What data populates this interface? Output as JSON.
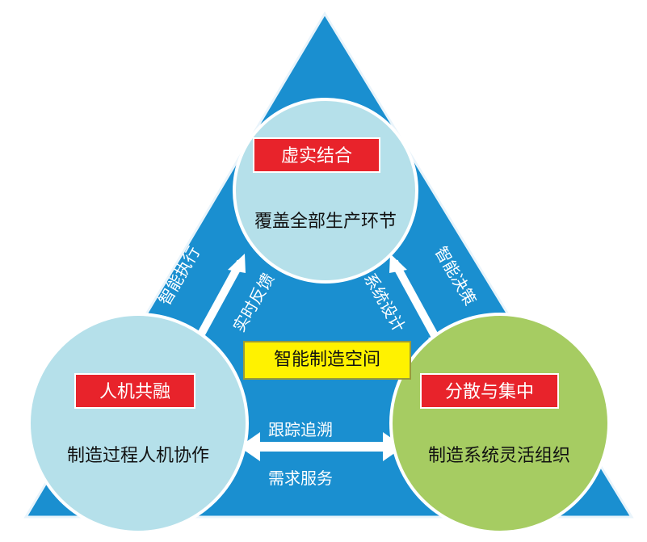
{
  "center": {
    "label": "智能制造空间"
  },
  "nodes": [
    {
      "id": "top",
      "tag": "虚实结合",
      "text": "覆盖全部生产环节",
      "color": "#b5e0ea"
    },
    {
      "id": "left",
      "tag": "人机共融",
      "text": "制造过程人机协作",
      "color": "#b5e0ea"
    },
    {
      "id": "right",
      "tag": "分散与集中",
      "text": "制造系统灵活组织",
      "color": "#a6cc62"
    }
  ],
  "edges": [
    {
      "from": "left",
      "to": "top",
      "labels": [
        "智能执行",
        "实时反馈"
      ]
    },
    {
      "from": "right",
      "to": "top",
      "labels": [
        "智能决策",
        "系统设计"
      ]
    },
    {
      "from": "left",
      "to": "right",
      "labels": [
        "跟踪追溯",
        "需求服务"
      ]
    }
  ],
  "colors": {
    "triangle": "#1a8fd0",
    "tag": "#e8232b",
    "arrow": "#ffffff"
  }
}
